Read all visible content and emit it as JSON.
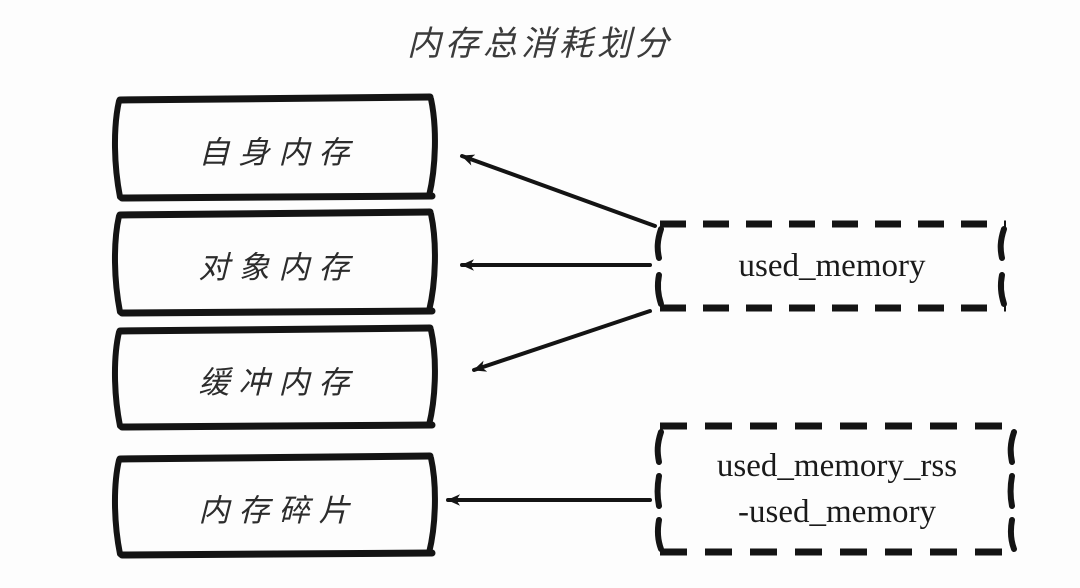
{
  "title": "内存总消耗划分",
  "background_color": "#fdfdfd",
  "ink_color": "#1a1a1a",
  "boxes": {
    "solid": [
      {
        "id": "self",
        "label": "自身内存"
      },
      {
        "id": "object",
        "label": "对象内存"
      },
      {
        "id": "buffer",
        "label": "缓冲内存"
      },
      {
        "id": "frag",
        "label": "内存碎片"
      }
    ],
    "dashed": [
      {
        "id": "used-memory",
        "label": "used_memory"
      },
      {
        "id": "rss-diff",
        "line1": "used_memory_rss",
        "line2": "-used_memory"
      }
    ]
  },
  "arrows": [
    {
      "id": "arrow-to-self",
      "from": "used_memory",
      "to": "自身内存"
    },
    {
      "id": "arrow-to-object",
      "from": "used_memory",
      "to": "对象内存"
    },
    {
      "id": "arrow-to-buffer",
      "from": "used_memory",
      "to": "缓冲内存"
    },
    {
      "id": "arrow-to-frag",
      "from": "used_memory_rss -used_memory",
      "to": "内存碎片"
    }
  ]
}
